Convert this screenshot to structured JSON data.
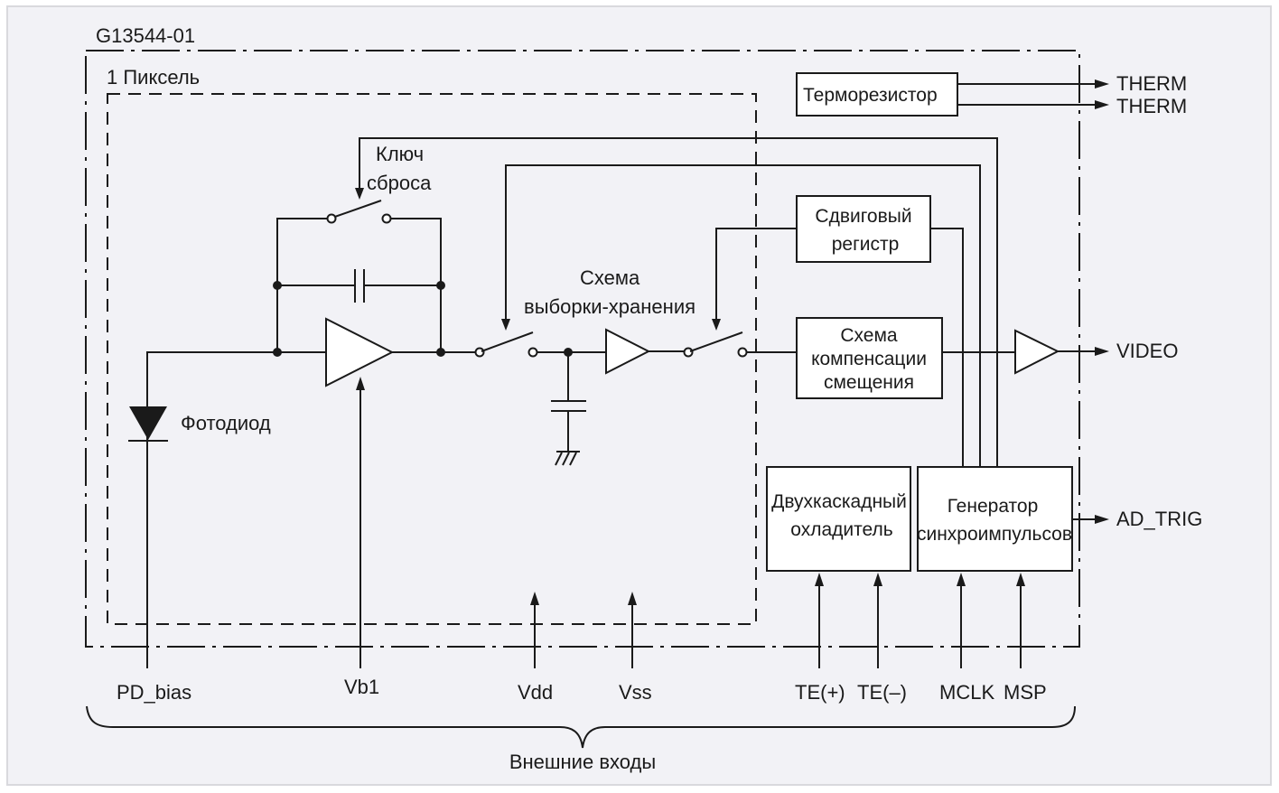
{
  "diagram": {
    "part_number": "G13544-01",
    "pixel_group": "1 Пиксель",
    "components": {
      "reset_switch": [
        "Ключ",
        "сброса"
      ],
      "photodiode": "Фотодиод",
      "sample_hold": [
        "Схема",
        "выборки-хранения"
      ],
      "thermistor": "Терморезистор",
      "shift_register": [
        "Сдвиговый",
        "регистр"
      ],
      "offset_comp": [
        "Схема",
        "компенсации",
        "смещения"
      ],
      "cooler": [
        "Двухкаскадный",
        "охладитель"
      ],
      "timing_gen": [
        "Генератор",
        "синхроимпульсов"
      ]
    },
    "outputs": [
      "THERM",
      "THERM",
      "VIDEO",
      "AD_TRIG"
    ],
    "inputs": [
      "PD_bias",
      "Vb1",
      "Vdd",
      "Vss",
      "TE(+)",
      "TE(–)",
      "MCLK",
      "MSP"
    ],
    "inputs_caption": "Внешние входы"
  }
}
